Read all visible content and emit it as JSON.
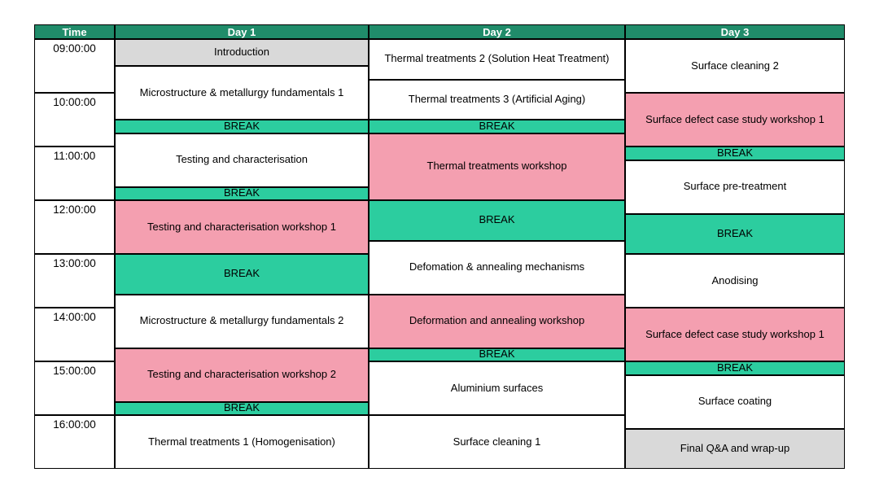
{
  "table": {
    "columns": [
      {
        "label": "Time"
      },
      {
        "label": "Day 1"
      },
      {
        "label": "Day 2"
      },
      {
        "label": "Day 3"
      }
    ],
    "time_slots": [
      "09:00:00",
      "10:00:00",
      "11:00:00",
      "12:00:00",
      "13:00:00",
      "14:00:00",
      "15:00:00",
      "16:00:00"
    ]
  },
  "colors": {
    "header_bg": "#208C6A",
    "header_text": "#FFFFFF",
    "border": "#000000",
    "kinds": {
      "lecture": "#FFFFFF",
      "workshop": "#F49FB0",
      "break": "#2CCD9F",
      "special": "#D9D9D9"
    }
  },
  "chart_data": {
    "type": "table",
    "subtype": "timetable",
    "time_axis": {
      "start": "09:00",
      "end": "17:00"
    },
    "days": [
      {
        "name": "Day 1",
        "sessions": [
          {
            "label": "Introduction",
            "start": "09:00",
            "end": "09:30",
            "kind": "special"
          },
          {
            "label": "Microstructure & metallurgy fundamentals 1",
            "start": "09:30",
            "end": "10:30",
            "kind": "lecture"
          },
          {
            "label": "BREAK",
            "start": "10:30",
            "end": "10:45",
            "kind": "break"
          },
          {
            "label": "Testing and characterisation",
            "start": "10:45",
            "end": "11:45",
            "kind": "lecture"
          },
          {
            "label": "BREAK",
            "start": "11:45",
            "end": "12:00",
            "kind": "break"
          },
          {
            "label": "Testing and characterisation workshop 1",
            "start": "12:00",
            "end": "13:00",
            "kind": "workshop"
          },
          {
            "label": "BREAK",
            "start": "13:00",
            "end": "13:45",
            "kind": "break"
          },
          {
            "label": "Microstructure & metallurgy fundamentals 2",
            "start": "13:45",
            "end": "14:45",
            "kind": "lecture"
          },
          {
            "label": "Testing and characterisation workshop 2",
            "start": "14:45",
            "end": "15:45",
            "kind": "workshop"
          },
          {
            "label": "BREAK",
            "start": "15:45",
            "end": "16:00",
            "kind": "break"
          },
          {
            "label": "Thermal treatments 1 (Homogenisation)",
            "start": "16:00",
            "end": "17:00",
            "kind": "lecture"
          }
        ]
      },
      {
        "name": "Day 2",
        "sessions": [
          {
            "label": "Thermal treatments 2 (Solution Heat Treatment)",
            "start": "09:00",
            "end": "09:45",
            "kind": "lecture"
          },
          {
            "label": "Thermal treatments 3 (Artificial Aging)",
            "start": "09:45",
            "end": "10:30",
            "kind": "lecture"
          },
          {
            "label": "BREAK",
            "start": "10:30",
            "end": "10:45",
            "kind": "break"
          },
          {
            "label": "Thermal treatments workshop",
            "start": "10:45",
            "end": "12:00",
            "kind": "workshop"
          },
          {
            "label": "BREAK",
            "start": "12:00",
            "end": "12:45",
            "kind": "break"
          },
          {
            "label": "Defomation & annealing mechanisms",
            "start": "12:45",
            "end": "13:45",
            "kind": "lecture"
          },
          {
            "label": "Deformation and annealing workshop",
            "start": "13:45",
            "end": "14:45",
            "kind": "workshop"
          },
          {
            "label": "BREAK",
            "start": "14:45",
            "end": "15:00",
            "kind": "break"
          },
          {
            "label": "Aluminium surfaces",
            "start": "15:00",
            "end": "16:00",
            "kind": "lecture"
          },
          {
            "label": "Surface cleaning 1",
            "start": "16:00",
            "end": "17:00",
            "kind": "lecture"
          }
        ]
      },
      {
        "name": "Day 3",
        "sessions": [
          {
            "label": "Surface cleaning 2",
            "start": "09:00",
            "end": "10:00",
            "kind": "lecture"
          },
          {
            "label": "Surface defect case study workshop 1",
            "start": "10:00",
            "end": "11:00",
            "kind": "workshop"
          },
          {
            "label": "BREAK",
            "start": "11:00",
            "end": "11:15",
            "kind": "break"
          },
          {
            "label": "Surface pre-treatment",
            "start": "11:15",
            "end": "12:15",
            "kind": "lecture"
          },
          {
            "label": "BREAK",
            "start": "12:15",
            "end": "13:00",
            "kind": "break"
          },
          {
            "label": "Anodising",
            "start": "13:00",
            "end": "14:00",
            "kind": "lecture"
          },
          {
            "label": "Surface defect case study workshop 1",
            "start": "14:00",
            "end": "15:00",
            "kind": "workshop"
          },
          {
            "label": "BREAK",
            "start": "15:00",
            "end": "15:15",
            "kind": "break"
          },
          {
            "label": "Surface coating",
            "start": "15:15",
            "end": "16:15",
            "kind": "lecture"
          },
          {
            "label": "Final Q&A and wrap-up",
            "start": "16:15",
            "end": "17:00",
            "kind": "special"
          }
        ]
      }
    ]
  }
}
